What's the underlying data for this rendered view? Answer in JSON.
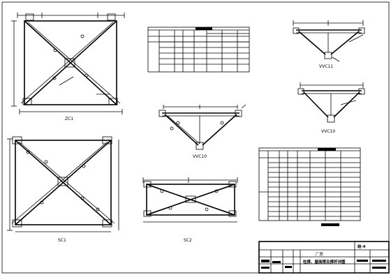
{
  "drawing": {
    "frames": {
      "top_left": "ZC1",
      "bottom_left": "SC1",
      "bottom_mid": "SC2"
    },
    "trusses": {
      "center": "VVC10",
      "right_top": "VVC11",
      "right_mid": "VVC10"
    }
  },
  "title_block": {
    "sheet_no": "结-4",
    "drawing_title": "柱撑、屋面撑及撑杆详图",
    "project": "厂房"
  }
}
